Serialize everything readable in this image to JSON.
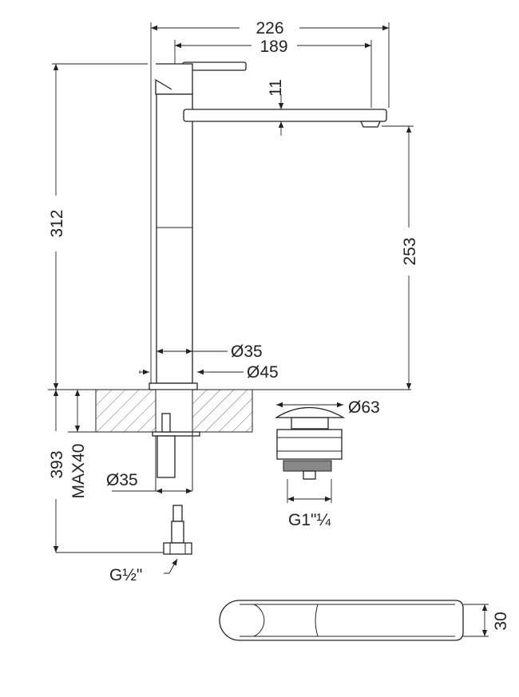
{
  "dimensions": {
    "overall_width": "226",
    "spout_reach": "189",
    "spout_thickness": "11",
    "total_height": "312",
    "spout_height": "253",
    "body_diameter": "Ø35",
    "base_diameter": "Ø45",
    "shank_diameter": "Ø35",
    "below_counter": "393",
    "max_counter_thickness": "MAX40",
    "connector_thread": "G½\"",
    "drain_diameter": "Ø63",
    "drain_thread": "G1\"¼",
    "handle_width": "30"
  },
  "colors": {
    "line": "#222222",
    "background": "#ffffff"
  }
}
